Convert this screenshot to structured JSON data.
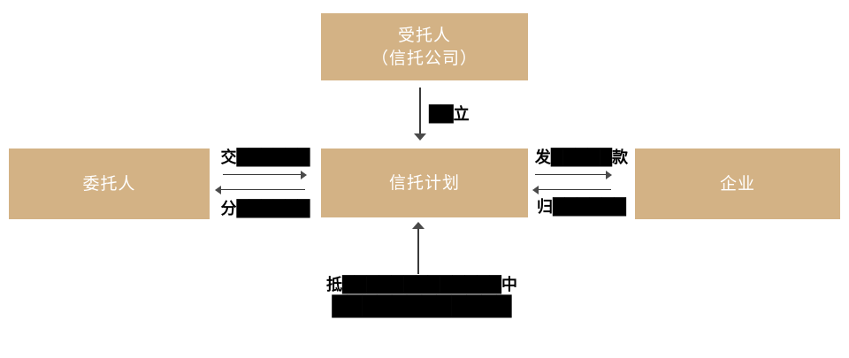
{
  "boxes": {
    "trustee": {
      "line1": "受托人",
      "line2": "（信托公司）"
    },
    "principal": {
      "label": "委托人"
    },
    "trust_plan": {
      "label": "信托计划"
    },
    "enterprise": {
      "label": "企业"
    }
  },
  "labels": {
    "establish": "██立",
    "left_top": "交██████",
    "left_bottom": "分██████",
    "right_top": "发█████款",
    "right_bottom": "归██████",
    "bottom_line1": "抵█████████████中",
    "bottom_line2": "████████████"
  },
  "colors": {
    "box_fill": "#d3b285",
    "box_text": "#ffffff",
    "label_text": "#000000",
    "arrow_line": "#3a3a3a",
    "arrowhead": "#4a4a4a"
  }
}
